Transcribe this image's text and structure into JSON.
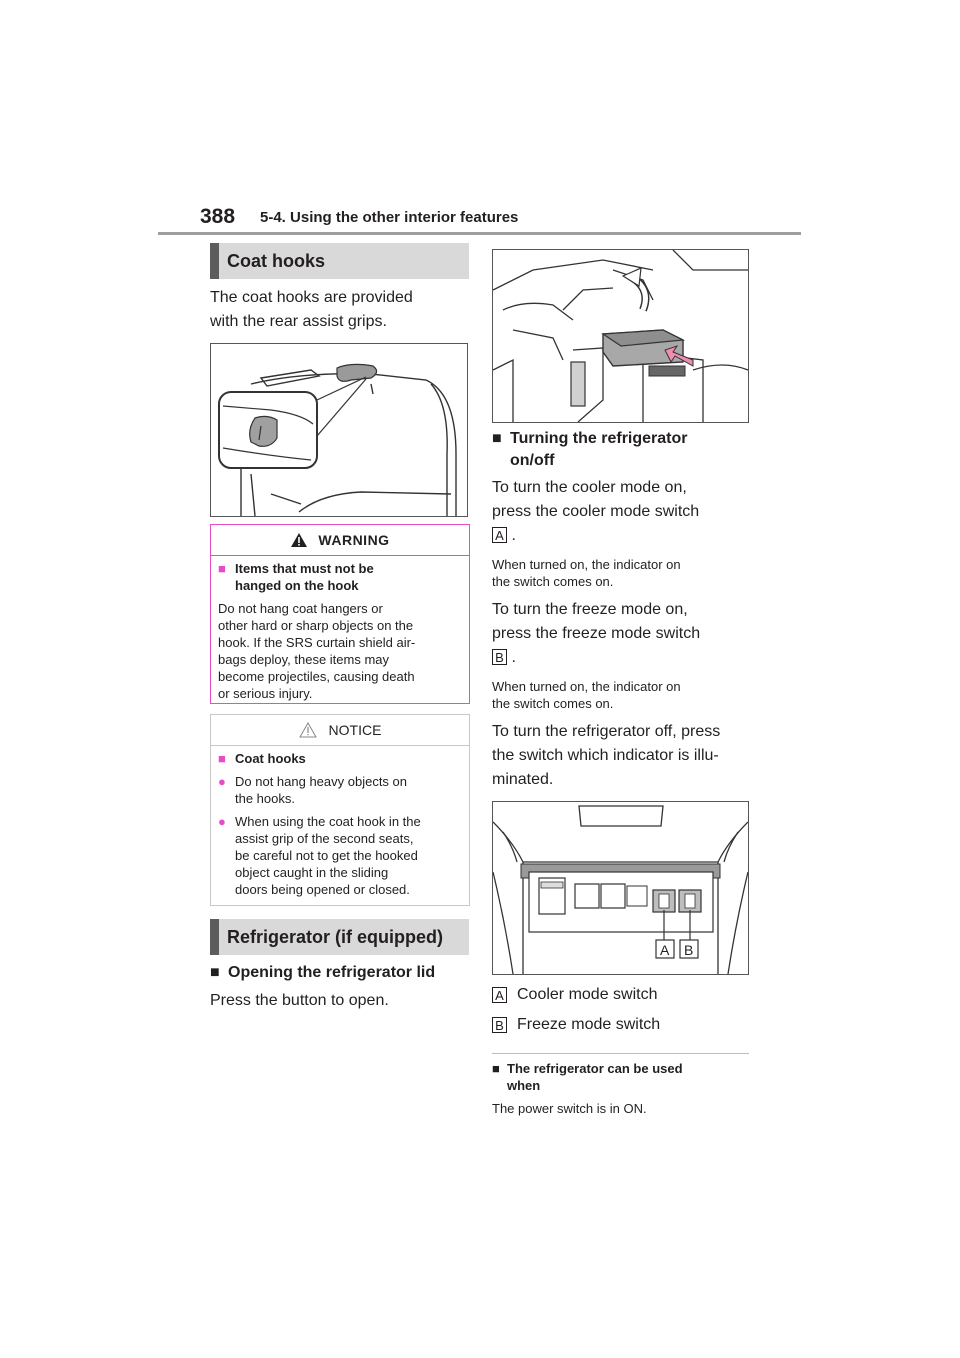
{
  "header": {
    "page_number": "388",
    "chapter": "5-4. Using the other interior features"
  },
  "coat_hooks": {
    "heading": "Coat hooks",
    "intro": [
      "The coat hooks are provided",
      "with the rear assist grips."
    ]
  },
  "warning": {
    "title": "WARNING",
    "subhead_marker": "■",
    "subhead": [
      "Items that must not be",
      "hanged on the hook"
    ],
    "lines": [
      "Do not hang coat hangers or",
      "other hard or sharp objects on the",
      "hook. If the SRS curtain shield air-",
      "bags deploy, these items may",
      "become projectiles, causing death",
      "or serious injury."
    ]
  },
  "notice": {
    "title": "NOTICE",
    "subhead_marker": "■",
    "subhead": "Coat hooks",
    "bullet_marker": "●",
    "items": [
      [
        "Do not hang heavy objects on",
        "the hooks."
      ],
      [
        "When using the coat hook in the",
        "assist grip of the second seats,",
        "be careful not to get the hooked",
        "object caught in the sliding",
        "doors being opened or closed."
      ]
    ]
  },
  "refrigerator": {
    "heading": "Refrigerator (if equipped)",
    "open_marker": "■",
    "open_subhead": "Opening the refrigerator lid",
    "open_text": "Press the button to open.",
    "toggle_marker": "■",
    "toggle_subhead": [
      "Turning the refrigerator",
      "on/off"
    ],
    "cooler_on": [
      "To turn the cooler mode on,",
      "press the cooler mode switch"
    ],
    "cooler_note": [
      "When turned on, the indicator on",
      "the switch comes on."
    ],
    "freeze_on": [
      "To turn the freeze mode on,",
      "press the freeze mode switch"
    ],
    "freeze_note": [
      "When turned on, the indicator on",
      "the switch comes on."
    ],
    "off_text": [
      "To turn the refrigerator off, press",
      "the switch which indicator is illu-",
      "minated."
    ],
    "period": ".",
    "legend": [
      {
        "tag": "A",
        "text": "Cooler mode switch"
      },
      {
        "tag": "B",
        "text": "Freeze mode switch"
      }
    ],
    "note_marker": "■",
    "note_head": [
      "The refrigerator can be used",
      "when"
    ],
    "note_text": "The power switch is in ON."
  },
  "figure_labels": {
    "a": "A",
    "b": "B"
  },
  "colors": {
    "warning_border": "#e84bc6",
    "heading_bg": "#d9d9d9",
    "heading_bar": "#5c5c5c",
    "arrow": "#f28cb4"
  }
}
